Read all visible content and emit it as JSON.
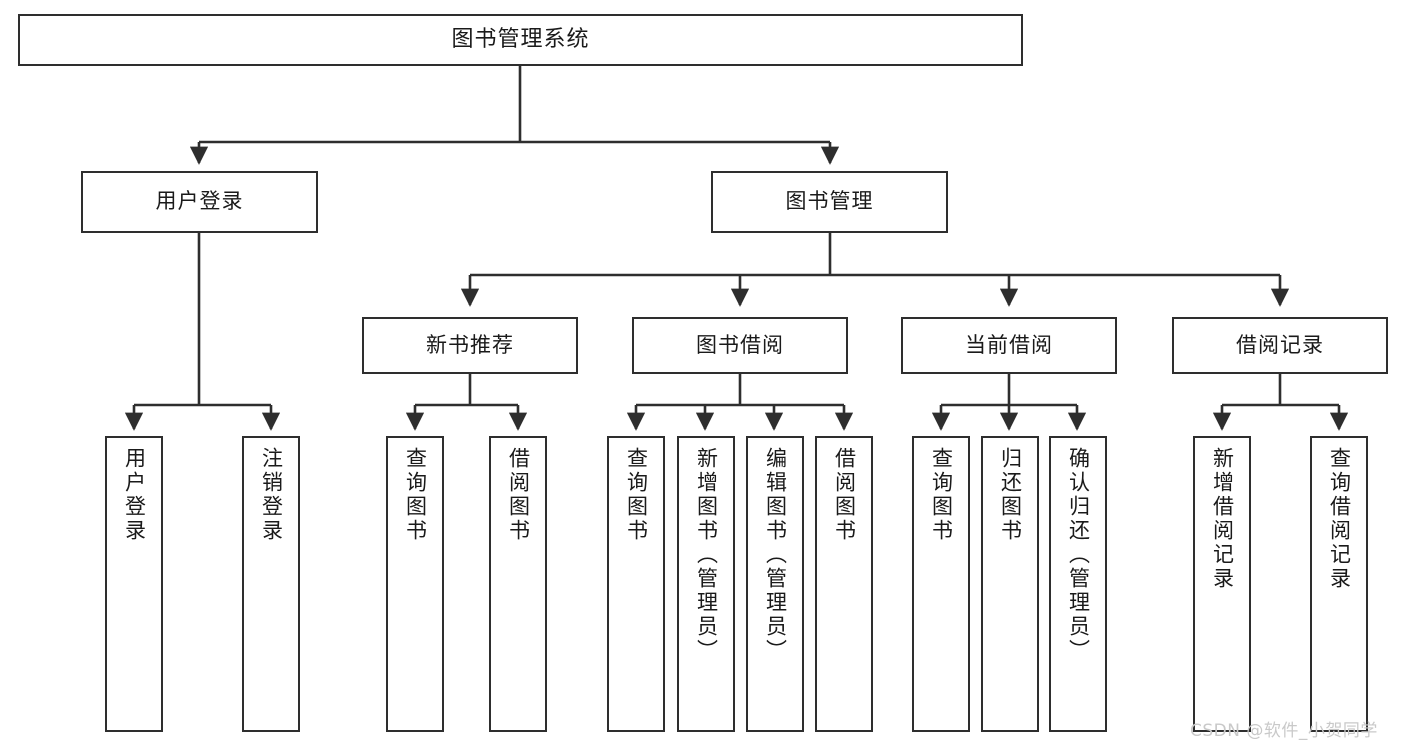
{
  "diagram": {
    "title": "图书管理系统",
    "type": "tree-hierarchy",
    "watermark": "CSDN @软件_小贺同学",
    "colors": {
      "box_border": "#2e2e2e",
      "box_fill": "#ffffff",
      "line": "#2e2e2e",
      "text": "#1a1a1a",
      "watermark": "#c9c9c9",
      "background": "#ffffff"
    },
    "root": {
      "label": "图书管理系统"
    },
    "level2": [
      {
        "label": "用户登录"
      },
      {
        "label": "图书管理"
      }
    ],
    "level3": [
      {
        "label": "新书推荐"
      },
      {
        "label": "图书借阅"
      },
      {
        "label": "当前借阅"
      },
      {
        "label": "借阅记录"
      }
    ],
    "leaves": {
      "user_login": [
        {
          "label": "用户登录"
        },
        {
          "label": "注销登录"
        }
      ],
      "new_book_recommend": [
        {
          "label": "查询图书"
        },
        {
          "label": "借阅图书"
        }
      ],
      "book_borrow": [
        {
          "label": "查询图书"
        },
        {
          "label": "新增图书（管理员）"
        },
        {
          "label": "编辑图书（管理员）"
        },
        {
          "label": "借阅图书"
        }
      ],
      "current_borrow": [
        {
          "label": "查询图书"
        },
        {
          "label": "归还图书"
        },
        {
          "label": "确认归还（管理员）"
        }
      ],
      "borrow_record": [
        {
          "label": "新增借阅记录"
        },
        {
          "label": "查询借阅记录"
        }
      ]
    }
  }
}
